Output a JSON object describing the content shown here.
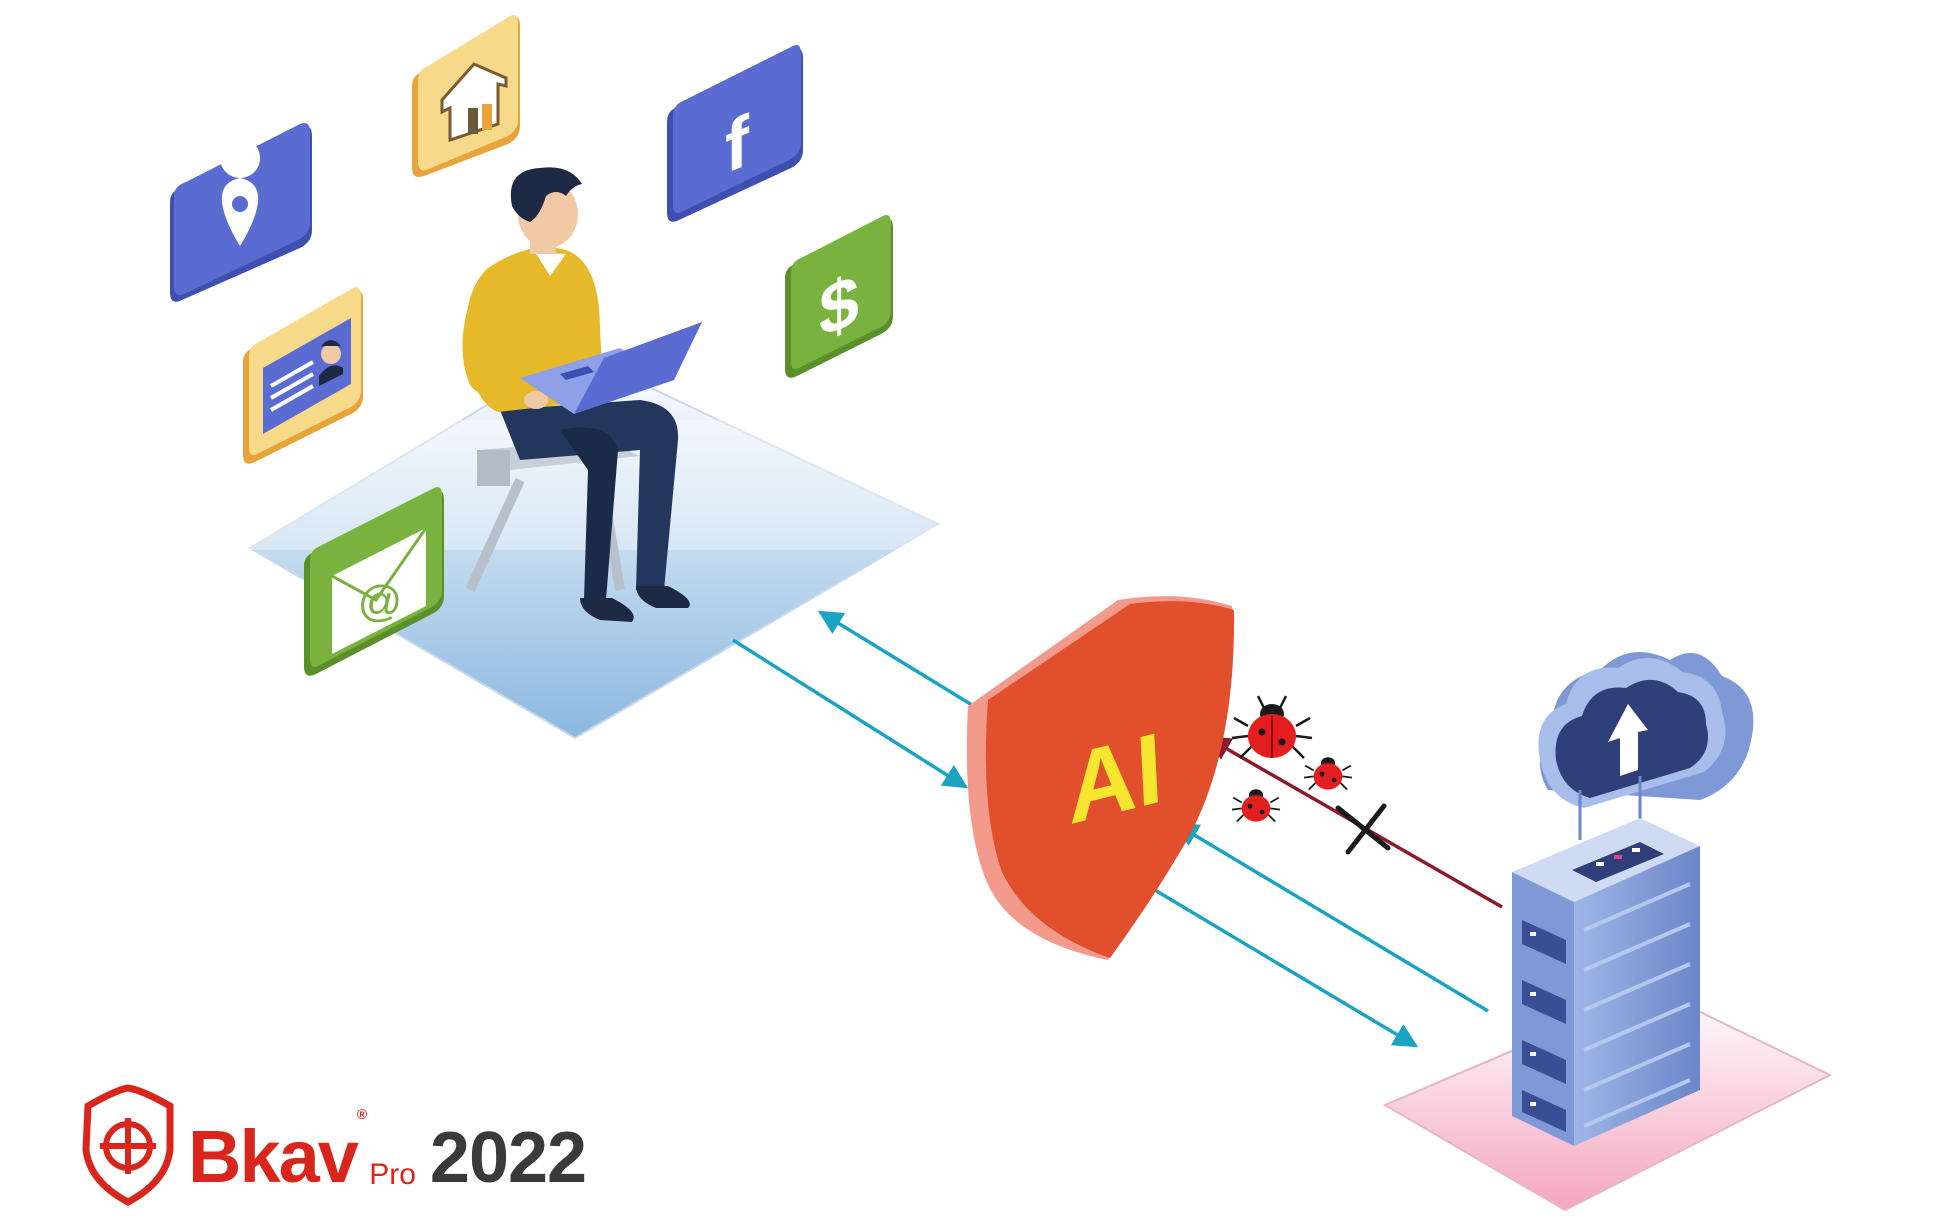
{
  "shield": {
    "label": "AI"
  },
  "logo": {
    "brand": "Bkav",
    "registered": "®",
    "edition": "Pro",
    "year": "2022"
  },
  "icons": [
    "location-icon",
    "home-icon",
    "facebook-icon",
    "dollar-icon",
    "profile-card-icon",
    "email-icon",
    "cloud-upload-icon",
    "server-icon",
    "bug-icon"
  ],
  "colors": {
    "flow_arrow": "#1aa3c2",
    "blocked_arrow": "#8c1a2b",
    "shield": "#e14f2c",
    "shield_text": "#f7e62f",
    "brand_red": "#d9261c"
  }
}
